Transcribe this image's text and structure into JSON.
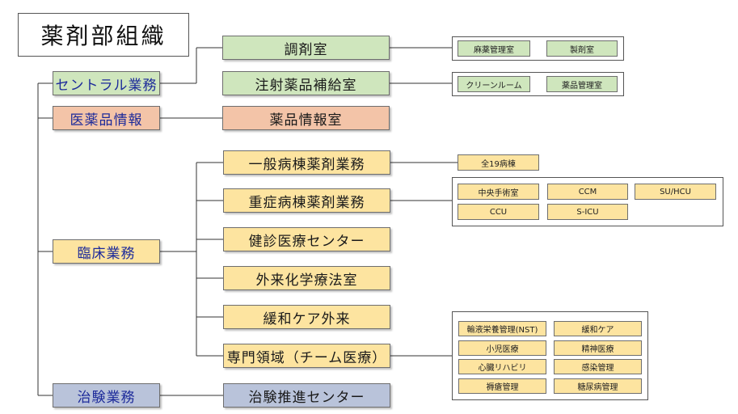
{
  "title": "薬剤部組織",
  "departments": {
    "central": "セントラル業務",
    "drug_info": "医薬品情報",
    "clinical": "臨床業務",
    "trial": "治験業務"
  },
  "units": {
    "dispensing": "調剤室",
    "injection_supply": "注射薬品補給室",
    "drug_info_room": "薬品情報室",
    "general_ward": "一般病棟薬剤業務",
    "critical_ward": "重症病棟薬剤業務",
    "health_center": "健診医療センター",
    "outpatient_chemo": "外来化学療法室",
    "palliative_outpatient": "緩和ケア外来",
    "specialty": "専門領域（チーム医療）",
    "trial_center": "治験推進センター"
  },
  "subunits": {
    "narcotics": "麻薬管理室",
    "preparation": "製剤室",
    "clean_room": "クリーンルーム",
    "drug_management": "薬品管理室",
    "all_wards": "全19病棟",
    "central_or": "中央手術室",
    "ccm": "CCM",
    "su_hcu": "SU/HCU",
    "ccu": "CCU",
    "s_icu": "S-ICU",
    "nst": "輸液栄養管理(NST)",
    "palliative_care": "緩和ケア",
    "pediatrics": "小児医療",
    "psychiatry": "精神医療",
    "cardiac_rehab": "心臓リハビリ",
    "infection_control": "感染管理",
    "pressure_ulcer": "褥瘡管理",
    "diabetes": "糖尿病管理"
  },
  "colors": {
    "green": "#cfe6bd",
    "salmon": "#f3c4a8",
    "yellow": "#fde4a0",
    "blue": "#b9c3da",
    "left_text": "#1c2a9a"
  }
}
